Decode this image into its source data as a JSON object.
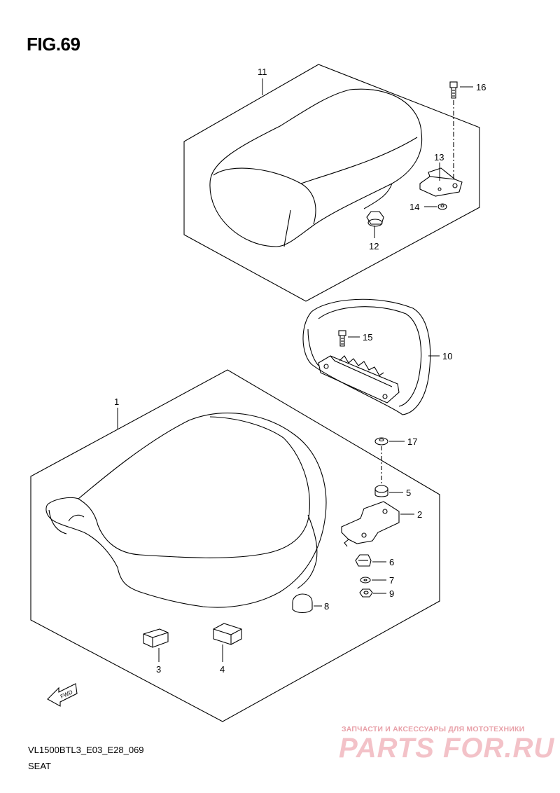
{
  "figure": {
    "title": "FIG.69",
    "code": "VL1500BTL3_E03_E28_069",
    "name": "SEAT"
  },
  "callouts": [
    {
      "id": "1",
      "text": "1"
    },
    {
      "id": "2",
      "text": "2"
    },
    {
      "id": "3",
      "text": "3"
    },
    {
      "id": "4",
      "text": "4"
    },
    {
      "id": "5",
      "text": "5"
    },
    {
      "id": "6",
      "text": "6"
    },
    {
      "id": "7",
      "text": "7"
    },
    {
      "id": "8",
      "text": "8"
    },
    {
      "id": "9",
      "text": "9"
    },
    {
      "id": "10",
      "text": "10"
    },
    {
      "id": "11",
      "text": "11"
    },
    {
      "id": "12",
      "text": "12"
    },
    {
      "id": "13",
      "text": "13"
    },
    {
      "id": "14",
      "text": "14"
    },
    {
      "id": "15",
      "text": "15"
    },
    {
      "id": "16",
      "text": "16"
    },
    {
      "id": "17",
      "text": "17"
    }
  ],
  "fwd_label": "FWD",
  "watermark": {
    "caption": "ЗАПЧАСТИ И АКСЕССУАРЫ ДЛЯ МОТОТЕХНИКИ",
    "brand": "PARTS FOR.RU",
    "color": "#f3c2c8"
  }
}
